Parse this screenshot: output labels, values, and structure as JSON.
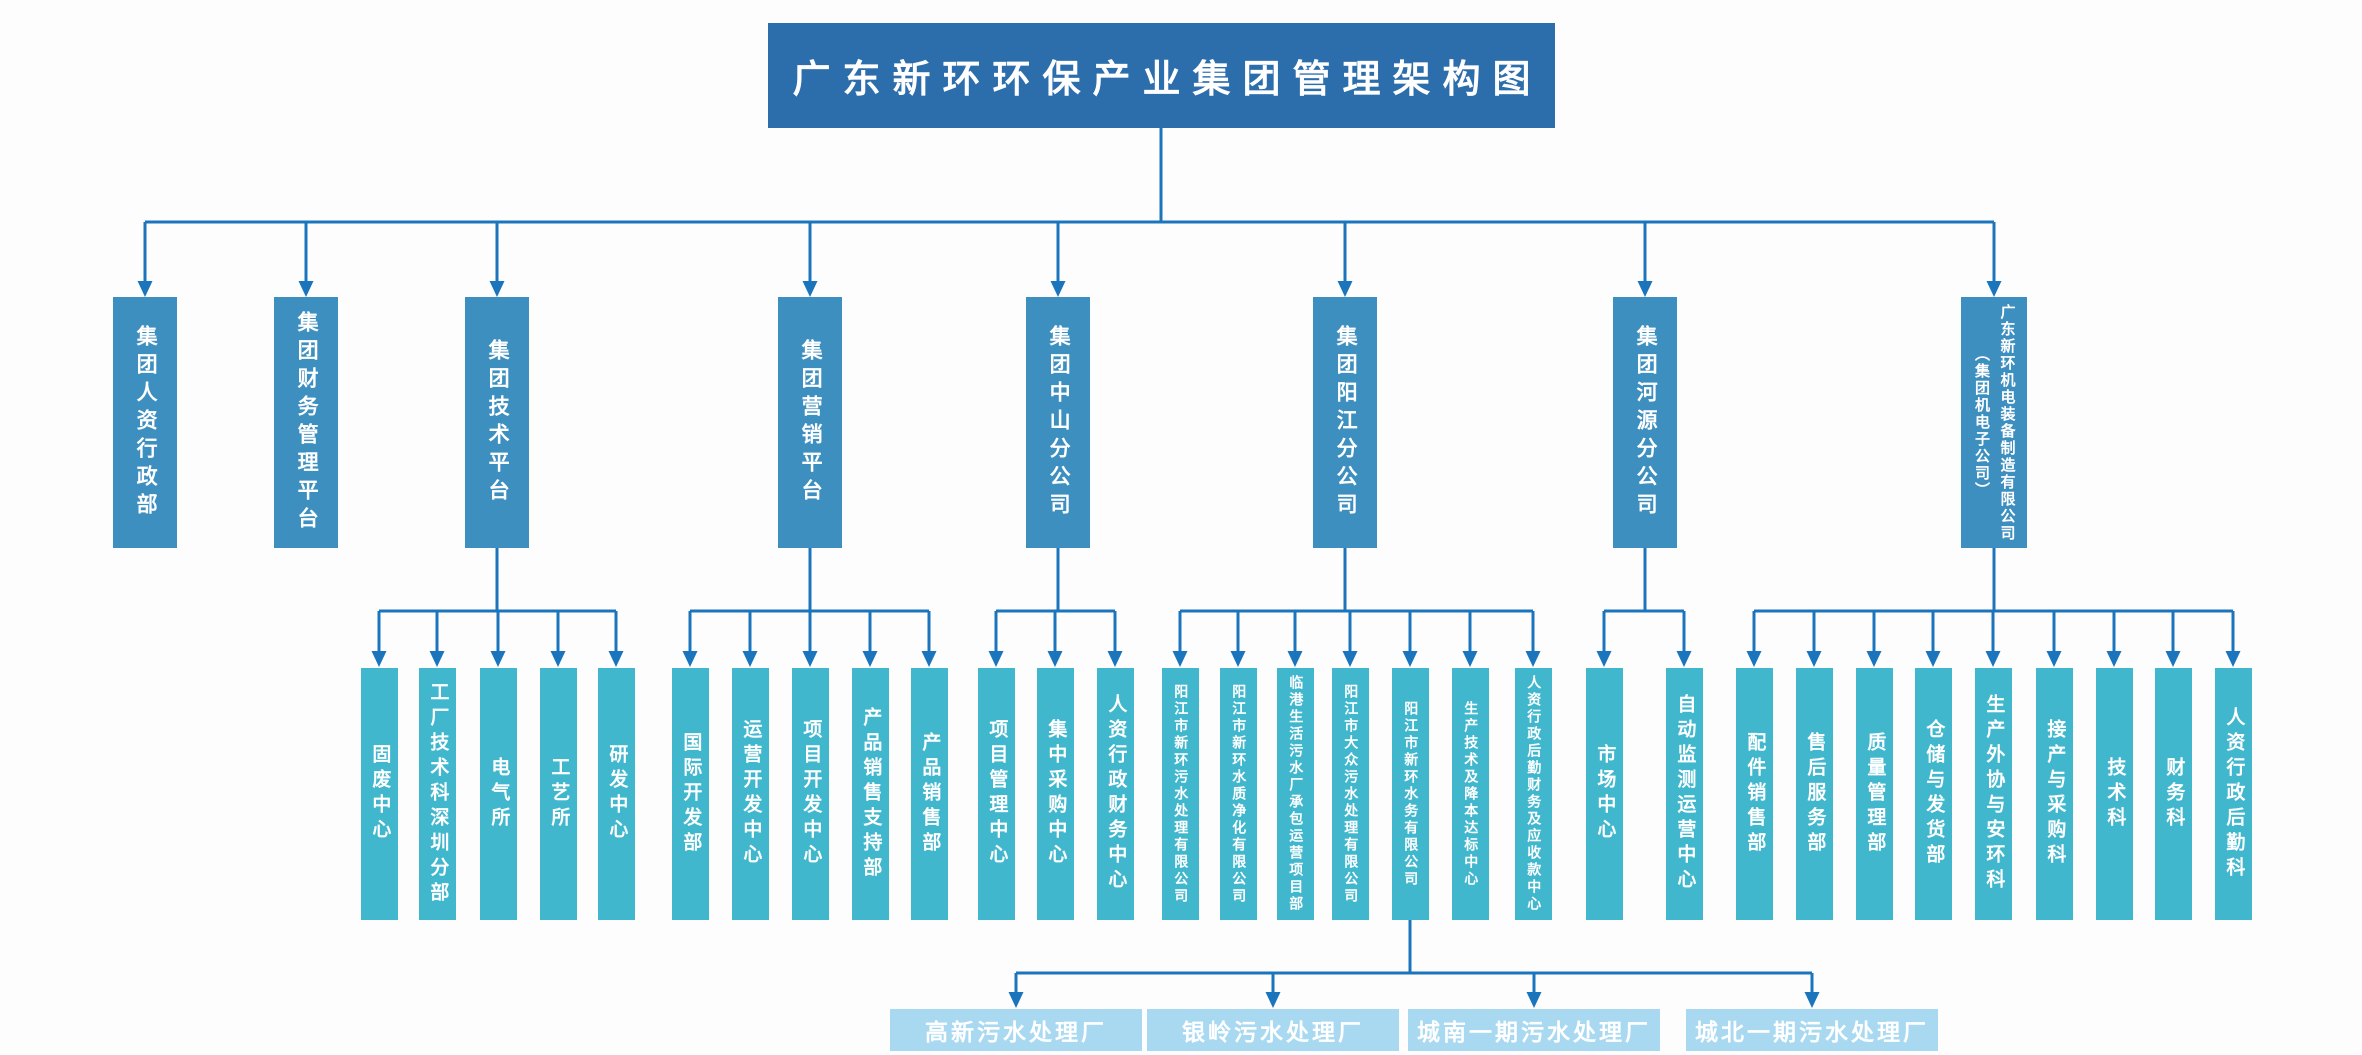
{
  "title": "广东新环环保产业集团管理架构图",
  "colors": {
    "title_bg": "#2C6DAC",
    "level2_bg": "#3D8FC0",
    "level3_bg": "#41B7CE",
    "level4_bg": "#A8D9F1",
    "connector": "#1B75BC",
    "text": "#FFFFFF",
    "page_bg": "#FDFDFE"
  },
  "org": {
    "branches": [
      {
        "label": "集团人资行政部",
        "children": []
      },
      {
        "label": "集团财务管理平台",
        "children": []
      },
      {
        "label": "集团技术平台",
        "children": [
          {
            "label": "固废中心"
          },
          {
            "label": "工厂技术科深圳分部"
          },
          {
            "label": "电气所"
          },
          {
            "label": "工艺所"
          },
          {
            "label": "研发中心"
          }
        ]
      },
      {
        "label": "集团营销平台",
        "children": [
          {
            "label": "国际开发部"
          },
          {
            "label": "运营开发中心"
          },
          {
            "label": "项目开发中心"
          },
          {
            "label": "产品销售支持部"
          },
          {
            "label": "产品销售部"
          }
        ]
      },
      {
        "label": "集团中山分公司",
        "children": [
          {
            "label": "项目管理中心"
          },
          {
            "label": "集中采购中心"
          },
          {
            "label": "人资行政财务中心"
          }
        ]
      },
      {
        "label": "集团阳江分公司",
        "children": [
          {
            "label": "阳江市新环污水处理有限公司"
          },
          {
            "label": "阳江市新环水质净化有限公司"
          },
          {
            "label": "临港生活污水厂承包运营项目部"
          },
          {
            "label": "阳江市大众污水处理有限公司"
          },
          {
            "label": "阳江市新环水务有限公司",
            "children": [
              {
                "label": "高新污水处理厂"
              },
              {
                "label": "银岭污水处理厂"
              },
              {
                "label": "城南一期污水处理厂"
              },
              {
                "label": "城北一期污水处理厂"
              }
            ]
          },
          {
            "label": "生产技术及降本达标中心"
          },
          {
            "label": "人资行政后勤财务及应收款中心"
          }
        ]
      },
      {
        "label": "集团河源分公司",
        "children": [
          {
            "label": "市场中心"
          },
          {
            "label": "自动监测运营中心"
          }
        ]
      },
      {
        "label": "广东新环机电装备制造有限公司\n（集团机电子公司）",
        "children": [
          {
            "label": "配件销售部"
          },
          {
            "label": "售后服务部"
          },
          {
            "label": "质量管理部"
          },
          {
            "label": "仓储与发货部"
          },
          {
            "label": "生产外协与安环科"
          },
          {
            "label": "接产与采购科"
          },
          {
            "label": "技术科"
          },
          {
            "label": "财务科"
          },
          {
            "label": "人资行政后勤科"
          }
        ]
      }
    ]
  }
}
